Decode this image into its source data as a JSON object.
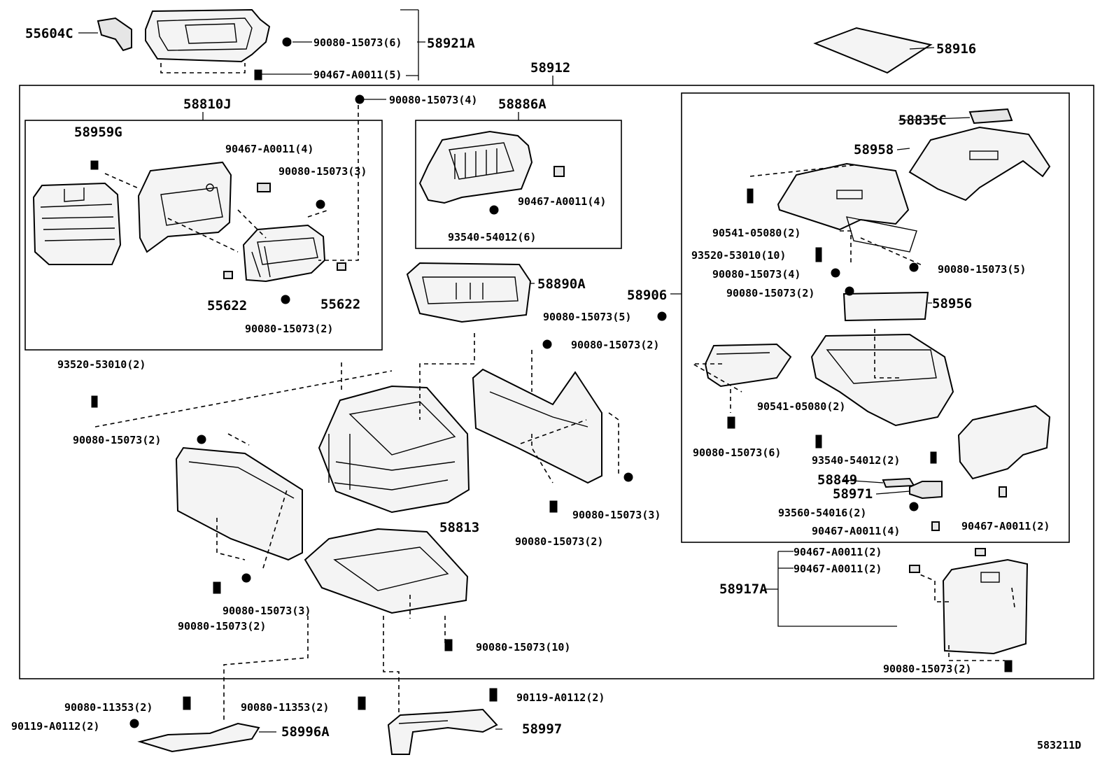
{
  "diagram_id": "583211D",
  "parts": {
    "p55604C": "55604C",
    "p58921A": "58921A",
    "p58916": "58916",
    "p58912": "58912",
    "p58810J": "58810J",
    "p58959G": "58959G",
    "p58886A": "58886A",
    "p58835C": "58835C",
    "p58958": "58958",
    "p55622_left": "55622",
    "p55622_right": "55622",
    "p58890A": "58890A",
    "p58906": "58906",
    "p58956": "58956",
    "p58813": "58813",
    "p58849": "58849",
    "p58971": "58971",
    "p58917A": "58917A",
    "p58996A": "58996A",
    "p58997": "58997"
  },
  "fasteners": {
    "f_top_a": "90080-15073(6)",
    "f_top_b": "90467-A0011(5)",
    "f_main_top": "90080-15073(4)",
    "f_left_clip": "90467-A0011(4)",
    "f_left_bolt": "90080-15073(3)",
    "f_left_bottom": "90080-15073(2)",
    "f_886_clip": "90467-A0011(4)",
    "f_886_screw": "93540-54012(6)",
    "f_r_90541a": "90541-05080(2)",
    "f_r_93520": "93520-53010(10)",
    "f_r_4": "90080-15073(4)",
    "f_r_5": "90080-15073(5)",
    "f_r_2": "90080-15073(2)",
    "f_mid_5": "90080-15073(5)",
    "f_mid_2a": "90080-15073(2)",
    "f_left_93520": "93520-53010(2)",
    "f_left_2": "90080-15073(2)",
    "f_r_90541b": "90541-05080(2)",
    "f_r_6": "90080-15073(6)",
    "f_r_93540": "93540-54012(2)",
    "f_r_93560": "93560-54016(2)",
    "f_r_clip4": "90467-A0011(4)",
    "f_r_clip2": "90467-A0011(2)",
    "f_mid_3": "90080-15073(3)",
    "f_mid_2b": "90080-15073(2)",
    "f_bot_3": "90080-15073(3)",
    "f_bot_2": "90080-15073(2)",
    "f_bot_10": "90080-15073(10)",
    "f_917_a": "90467-A0011(2)",
    "f_917_b": "90467-A0011(2)",
    "f_917_c": "90080-15073(2)",
    "f_btm_11353a": "90080-11353(2)",
    "f_btm_a0112a": "90119-A0112(2)",
    "f_btm_11353b": "90080-11353(2)",
    "f_btm_a0112b": "90119-A0112(2)"
  }
}
